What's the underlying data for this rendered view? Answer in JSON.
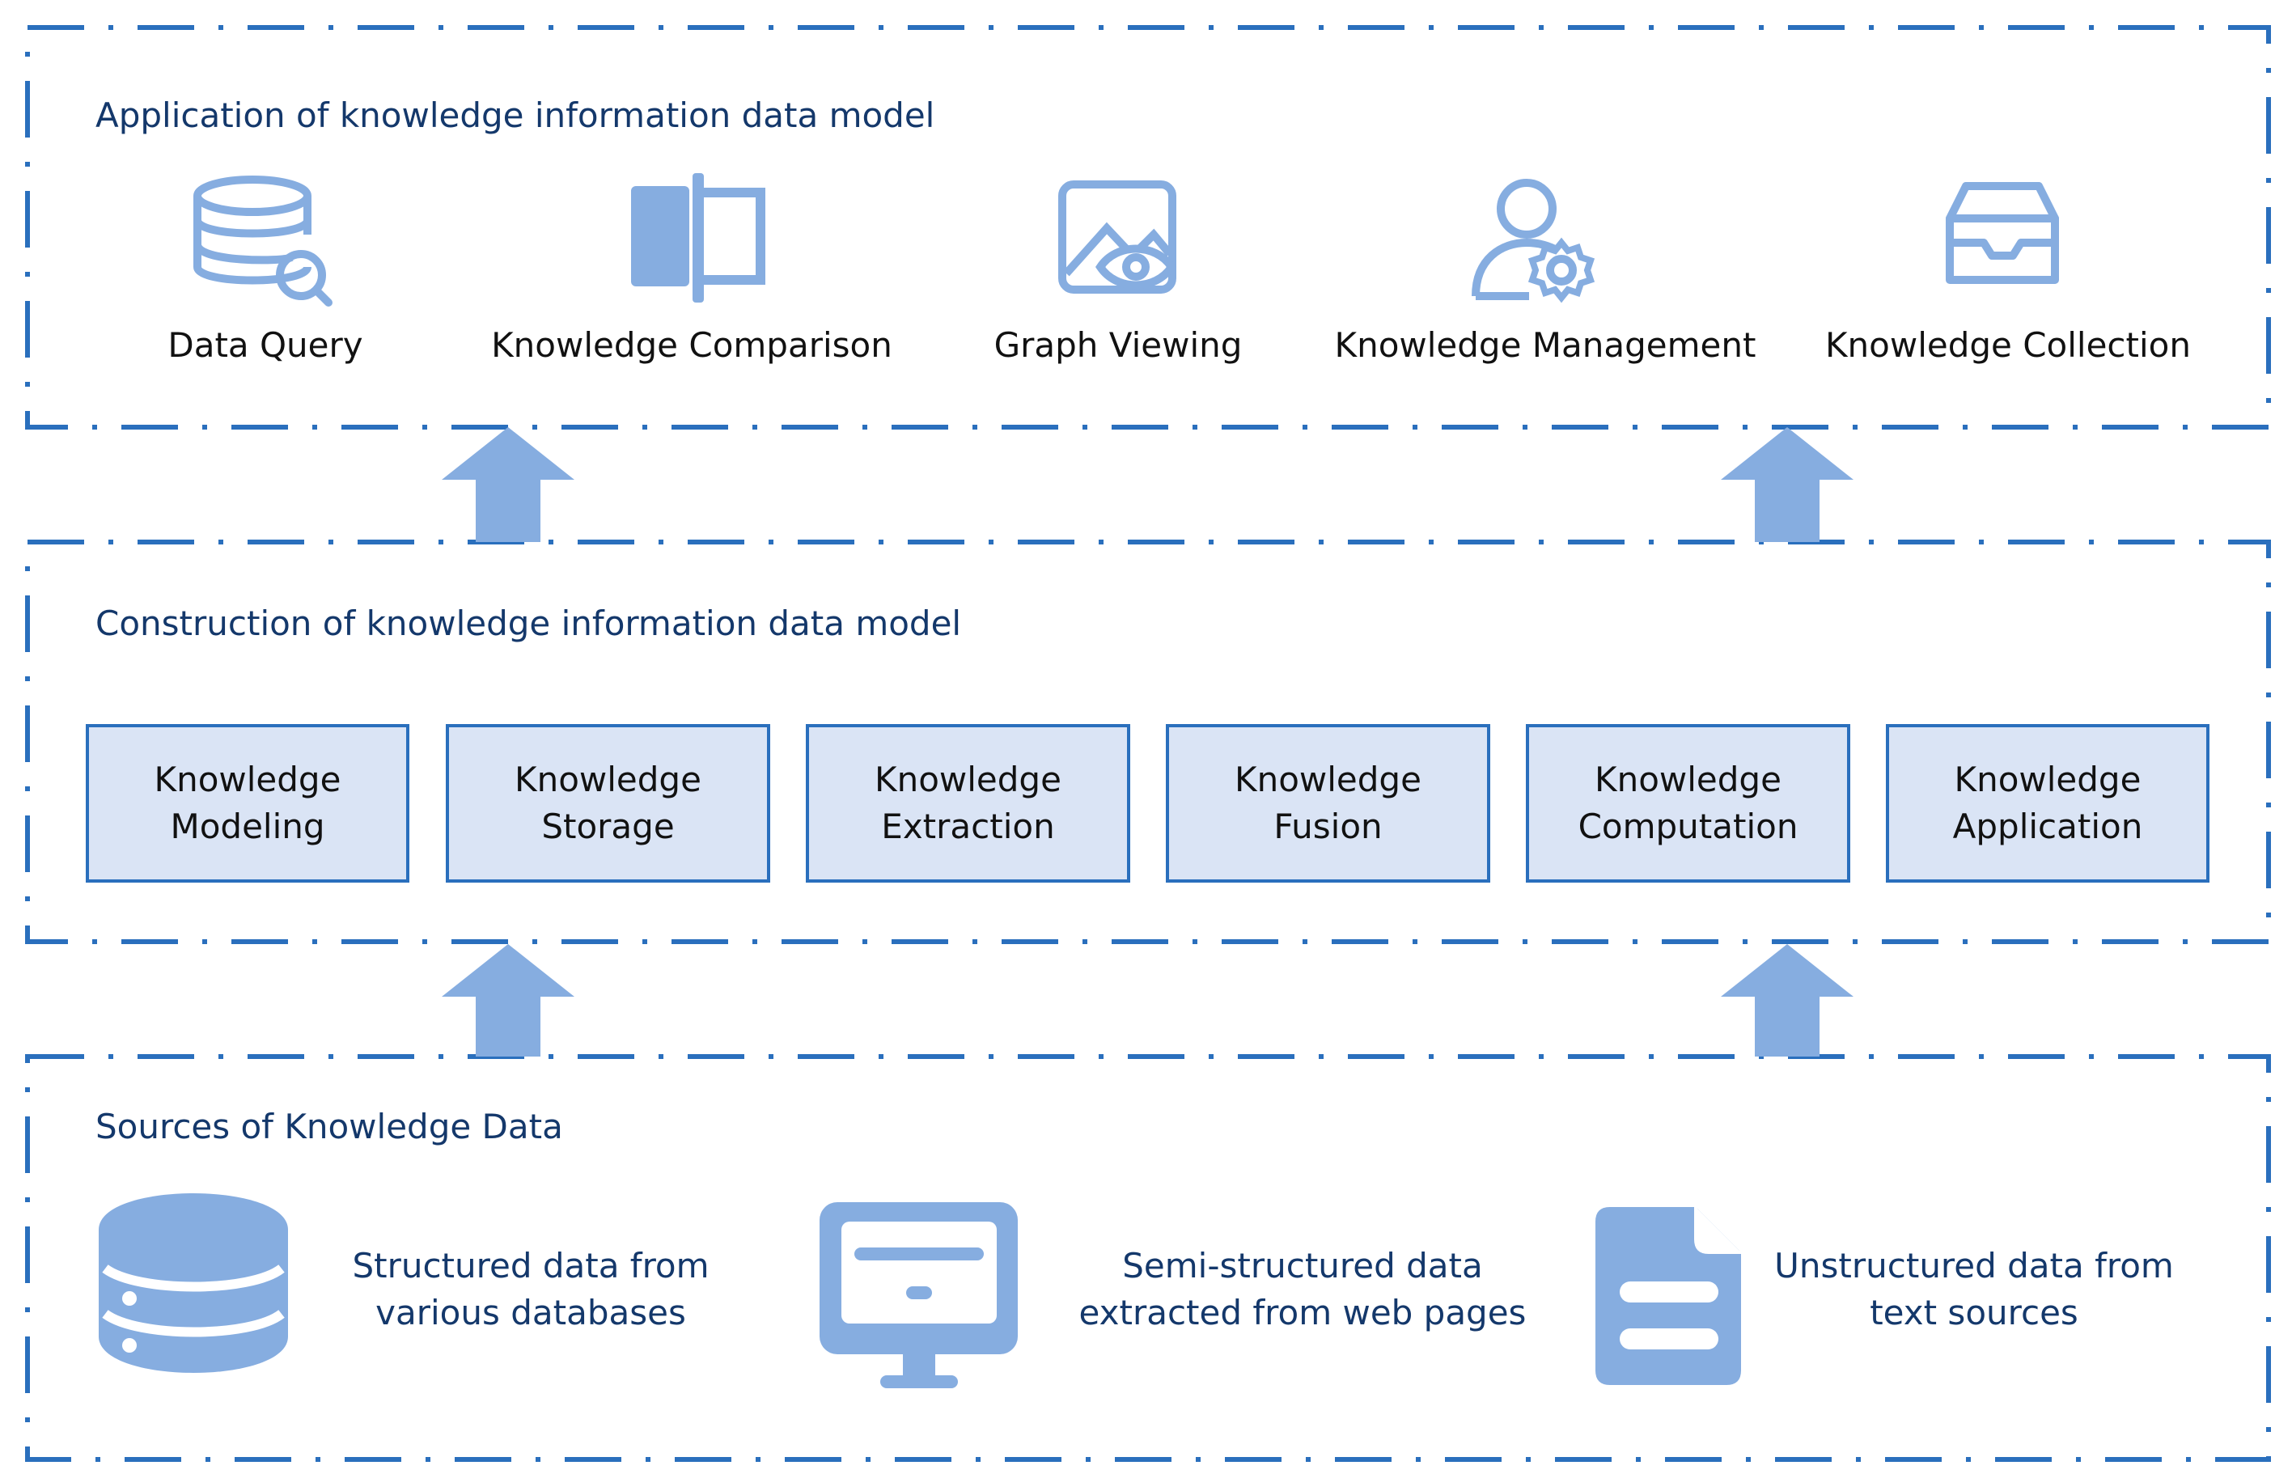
{
  "colors": {
    "border": "#2a6fbd",
    "icon_fill": "#86ade0",
    "box_fill": "#dae4f5",
    "box_border": "#2a6fbd",
    "title_text": "#14386b"
  },
  "layers": {
    "application": {
      "title": "Application of knowledge information data model",
      "items": [
        {
          "label": "Data Query",
          "icon": "database-search-icon"
        },
        {
          "label": "Knowledge Comparison",
          "icon": "split-panel-icon"
        },
        {
          "label": "Graph Viewing",
          "icon": "image-view-icon"
        },
        {
          "label": "Knowledge Management",
          "icon": "user-settings-icon"
        },
        {
          "label": "Knowledge Collection",
          "icon": "inbox-tray-icon"
        }
      ]
    },
    "construction": {
      "title": "Construction of knowledge information data model",
      "steps": [
        {
          "line1": "Knowledge",
          "line2": "Modeling"
        },
        {
          "line1": "Knowledge",
          "line2": "Storage"
        },
        {
          "line1": "Knowledge",
          "line2": "Extraction"
        },
        {
          "line1": "Knowledge",
          "line2": "Fusion"
        },
        {
          "line1": "Knowledge",
          "line2": "Computation"
        },
        {
          "line1": "Knowledge",
          "line2": "Application"
        }
      ]
    },
    "sources": {
      "title": "Sources of Knowledge Data",
      "items": [
        {
          "line1": "Structured data from",
          "line2": "various databases",
          "icon": "database-icon"
        },
        {
          "line1": "Semi-structured data",
          "line2": "extracted from web pages",
          "icon": "monitor-icon"
        },
        {
          "line1": "Unstructured data from",
          "line2": "text sources",
          "icon": "document-icon"
        }
      ]
    }
  }
}
